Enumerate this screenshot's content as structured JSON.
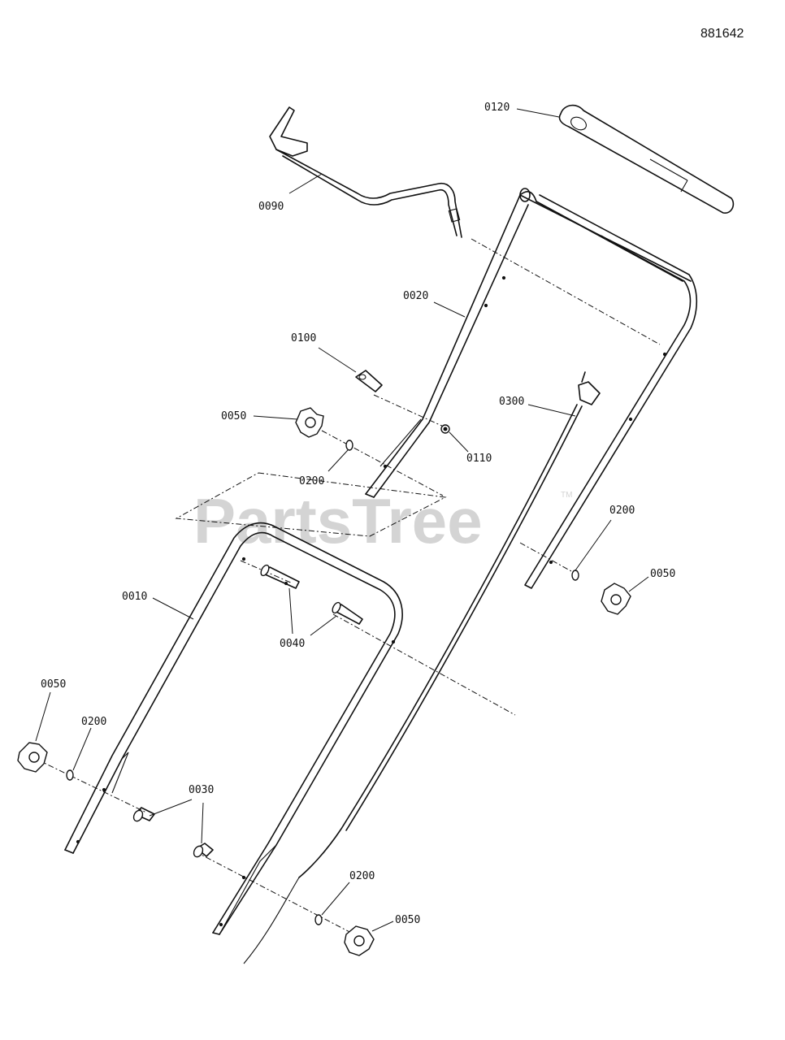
{
  "diagram": {
    "reference_number": "881642",
    "watermark": "PartsTree",
    "watermark_tm": "TM",
    "callouts": {
      "c0120": "0120",
      "c0090": "0090",
      "c0020": "0020",
      "c0100": "0100",
      "c0300": "0300",
      "c0050_a": "0050",
      "c0110": "0110",
      "c0200_a": "0200",
      "c0200_b": "0200",
      "c0050_b": "0050",
      "c0010": "0010",
      "c0040": "0040",
      "c0050_c": "0050",
      "c0200_c": "0200",
      "c0030": "0030",
      "c0200_d": "0200",
      "c0050_d": "0050"
    }
  }
}
